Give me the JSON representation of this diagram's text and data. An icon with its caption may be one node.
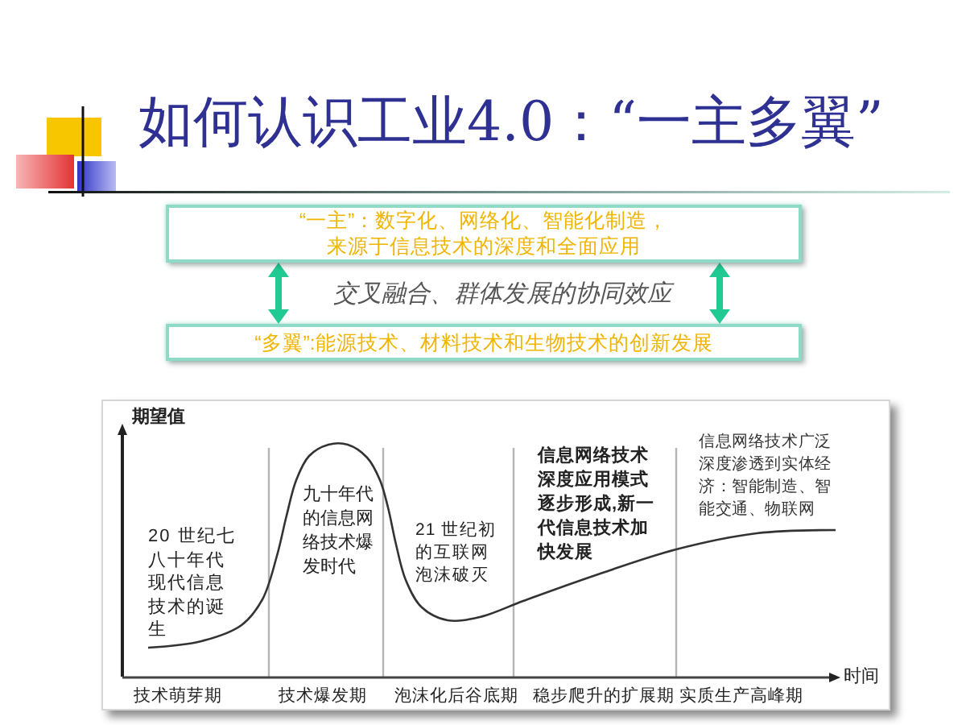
{
  "diagram": {
    "title": "如何认识工业4.0：“一主多翼”",
    "nodes": [
      {
        "text": [
          "“一主”：数字化、网络化、智能化制造，来源于信息技术的深度和全面应用"
        ]
      },
      {
        "text": [
          "“多翼”:能源技术、材料技术和生物技术的创新发展"
        ]
      }
    ],
    "edges": [
      {
        "from": 0,
        "to": 1,
        "arrow": "both"
      },
      {
        "from": 0,
        "to": 1,
        "arrow": "both"
      }
    ],
    "labels": [
      "交叉融合、群体发展的协同效应",
      "期望值",
      "20 世纪七八十年代现代信息技术的诞生",
      "九十年代的信息网络技术爆发时代",
      "21 世纪初的互联网泡沫破灭",
      "信息网络技术深度应用模式逐步形成,新一代信息技术加快发展",
      "信息网络技术广泛深度渗透到实体经济：智能制造、智能交通、物联网",
      "技术萌芽期",
      "技术爆发期",
      "泡沫化后谷底期",
      "稳步爬升的扩展期",
      "实质生产高峰期",
      "时间"
    ]
  }
}
